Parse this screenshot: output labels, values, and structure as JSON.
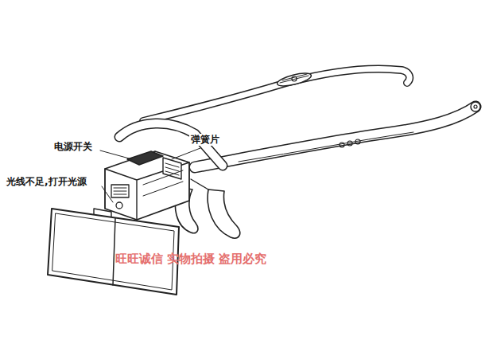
{
  "diagram": {
    "labels": [
      "电源开关",
      "弹簧片",
      "光线不足,打开光源",
      "旺旺诚信 实物拍摄 盗用必究"
    ]
  }
}
